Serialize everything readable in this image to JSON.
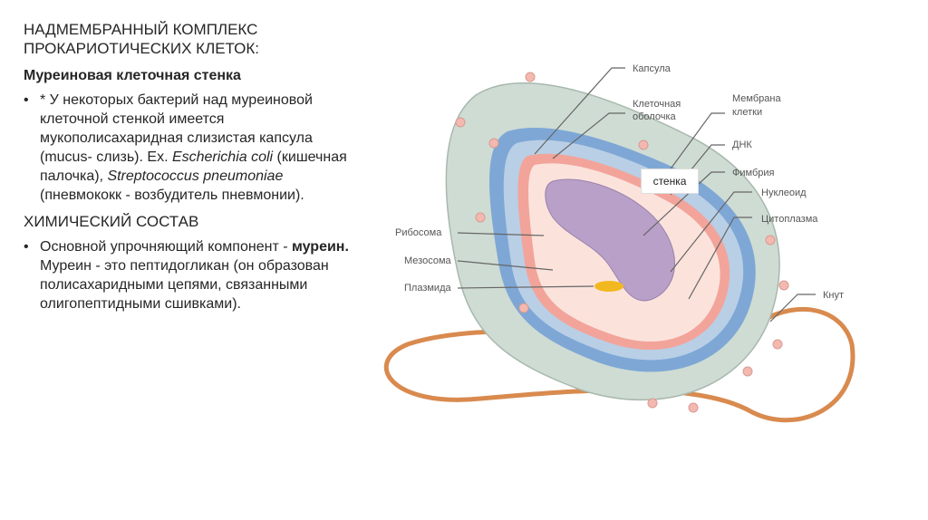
{
  "slide": {
    "title_line1": "НАДМЕМБРАННЫЙ КОМПЛЕКС",
    "title_line2": "ПРОКАРИОТИЧЕСКИХ КЛЕТОК:",
    "subheading": "Муреиновая клеточная стенка",
    "bullet1": {
      "text1": "* У некоторых бактерий над муреиновой клеточной стенкой имеется мукополисахаридная слизистая капсула (mucus- слизь). Ex. ",
      "ital1": "Escherichia coli",
      "text2": "  (кишечная палочка), ",
      "ital2": "Streptococcus pneumoniae",
      "text3": " (пневмококк - возбудитель пневмонии)."
    },
    "section2": "ХИМИЧЕСКИЙ СОСТАВ",
    "bullet2": {
      "text1": "Основной упрочняющий компонент - ",
      "bold": "муреин.",
      "text2": "  Муреин - это пептидогликан (он образован полисахаридными цепями, связанными олигопептидными сшивками)."
    }
  },
  "diagram": {
    "labels": {
      "capsule": "Капсула",
      "cell_envelope_1": "Клеточная",
      "cell_envelope_2": "оболочка",
      "membrane_1": "Мембрана",
      "membrane_2": "клетки",
      "dna": "ДНК",
      "fimbria": "Фимбрия",
      "nucleoid": "Нуклеоид",
      "cytoplasm": "Цитоплазма",
      "ribosome": "Рибосома",
      "mesosome": "Мезосома",
      "plasmid": "Плазмида",
      "flagellum": "Кнут"
    },
    "callout": "стенка",
    "colors": {
      "capsule": "#cfdcd3",
      "outer_membrane": "#7ea7d6",
      "wall": "#b9cfe6",
      "membrane": "#f2a49a",
      "cytoplasm": "#fbe3dc",
      "nucleoid": "#b9a0c8",
      "flagellum": "#d98a4e",
      "plasmid": "#f2b81f"
    }
  }
}
